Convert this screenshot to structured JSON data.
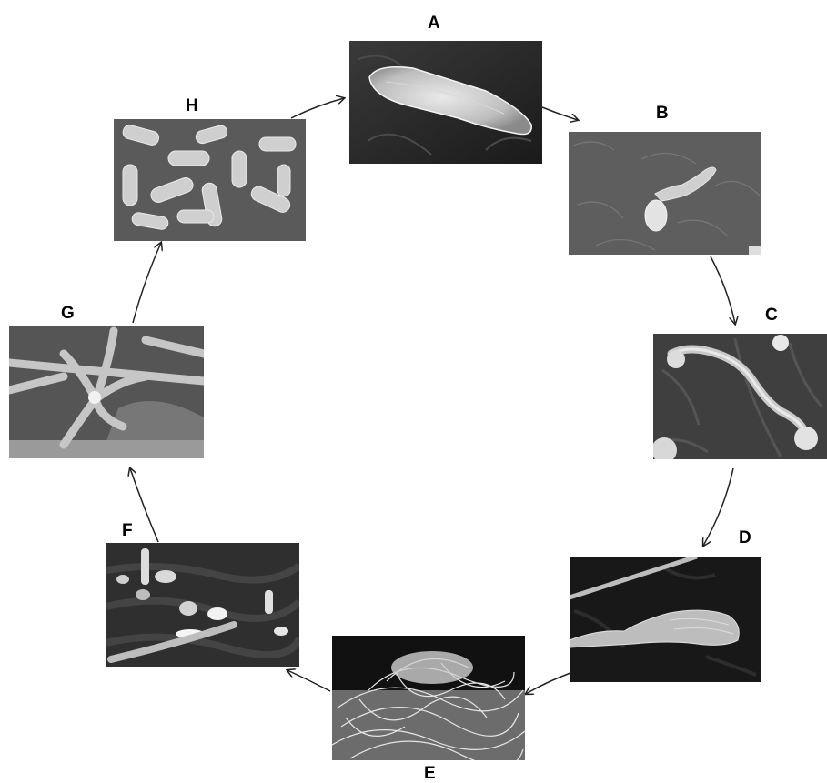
{
  "stages": [
    {
      "id": "A",
      "label": "A"
    },
    {
      "id": "B",
      "label": "B"
    },
    {
      "id": "C",
      "label": "C"
    },
    {
      "id": "D",
      "label": "D"
    },
    {
      "id": "E",
      "label": "E"
    },
    {
      "id": "F",
      "label": "F"
    },
    {
      "id": "G",
      "label": "G"
    },
    {
      "id": "H",
      "label": "H"
    }
  ],
  "cycle_order": [
    "A",
    "B",
    "C",
    "D",
    "E",
    "F",
    "G",
    "H"
  ],
  "colors": {
    "arrow": "#222222",
    "label": "#000000",
    "background": "#ffffff"
  }
}
